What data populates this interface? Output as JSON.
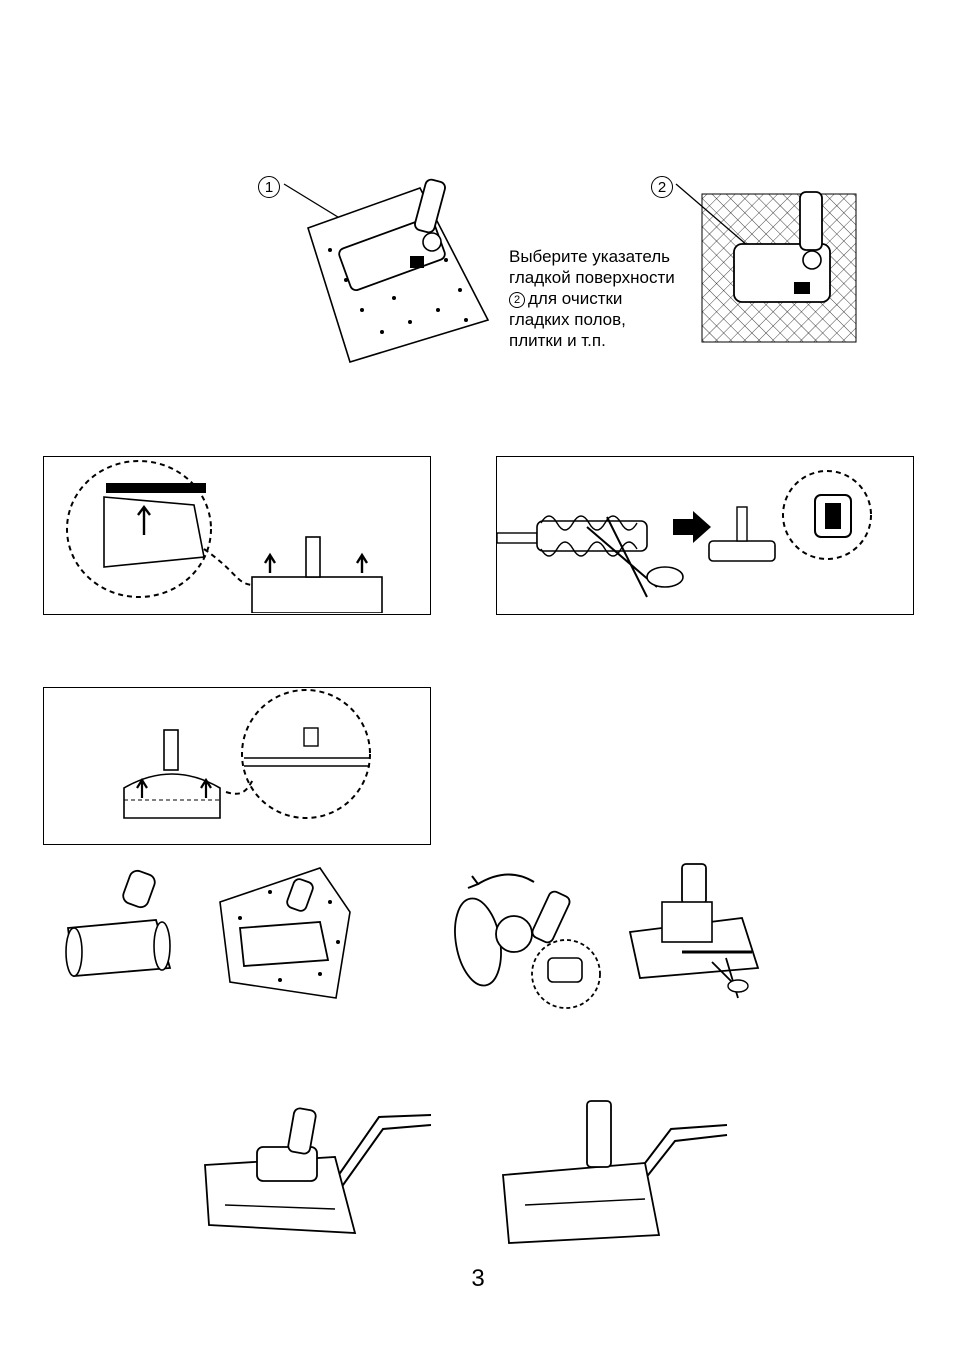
{
  "markers": {
    "one": "1",
    "two": "2"
  },
  "caption": {
    "line1": "Выберите указатель",
    "line2": "гладкой поверхности",
    "line3_number": "2",
    "line3_text": "для очистки",
    "line4": "гладких полов,",
    "line5": "плитки и т.п."
  },
  "page_number": "3"
}
